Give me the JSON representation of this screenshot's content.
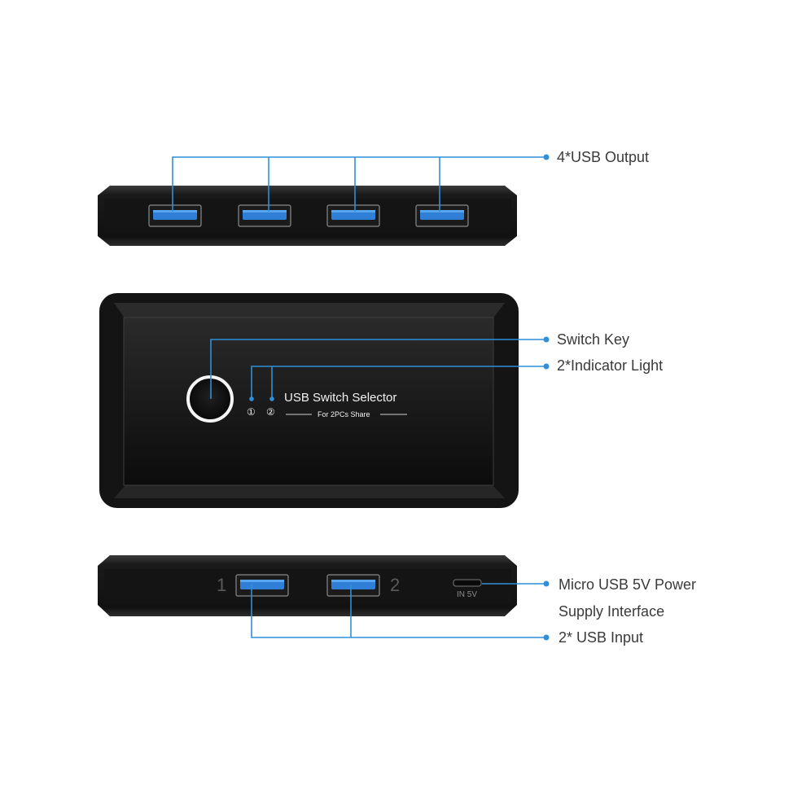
{
  "callouts": {
    "usb_output": "4*USB Output",
    "switch_key": "Switch Key",
    "indicator_light": "2*Indicator Light",
    "power_line1": "Micro USB 5V Power",
    "power_line2": "Supply Interface",
    "usb_input": "2* USB Input"
  },
  "faceplate": {
    "title": "USB Switch Selector",
    "subtitle": "For 2PCs Share",
    "indicator_1": "①",
    "indicator_2": "②"
  },
  "bottom_view": {
    "port_1_label": "1",
    "port_2_label": "2",
    "power_port_label": "IN 5V"
  },
  "colors": {
    "accent_leader": "#2f8fd8",
    "usb_blue": "#2f7fd6",
    "device_body": "#161616"
  }
}
